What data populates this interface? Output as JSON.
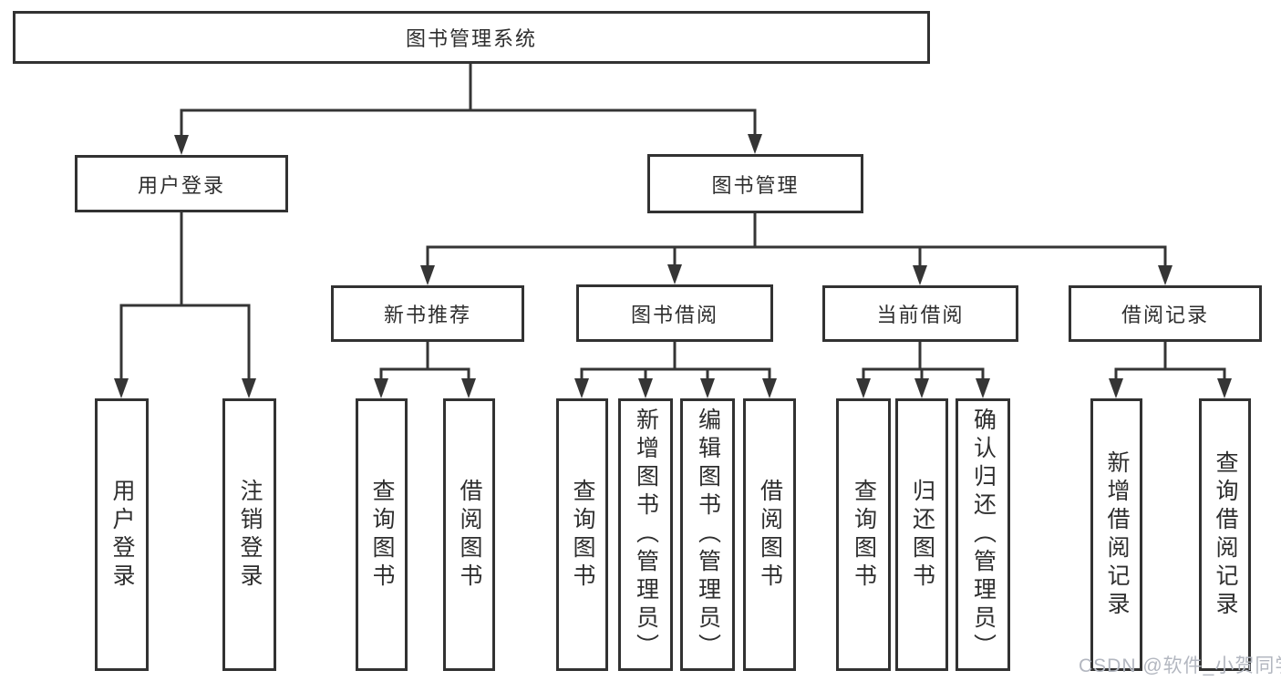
{
  "diagram_title": "图书管理系统",
  "nodes": {
    "root": "图书管理系统",
    "user_login": "用户登录",
    "book_mgmt": "图书管理",
    "new_book_rec": "新书推荐",
    "book_borrow": "图书借阅",
    "current_borrow": "当前借阅",
    "borrow_records": "借阅记录",
    "leaf_user_login": "用户登录",
    "leaf_logout": "注销登录",
    "leaf_query_book_rec": "查询图书",
    "leaf_borrow_book_rec": "借阅图书",
    "leaf_query_book_borrow": "查询图书",
    "leaf_add_book_admin": "新增图书（管理员）",
    "leaf_edit_book_admin": "编辑图书（管理员）",
    "leaf_borrow_book_borrow": "借阅图书",
    "leaf_query_book_current": "查询图书",
    "leaf_return_book": "归还图书",
    "leaf_confirm_return_admin": "确认归还（管理员）",
    "leaf_add_borrow_record": "新增借阅记录",
    "leaf_query_borrow_record": "查询借阅记录"
  },
  "watermark": "CSDN @软件_小贺同学",
  "colors": {
    "line": "#353535",
    "box_border": "#323232",
    "text": "#2e2e2e",
    "watermark": "#b3b7c0",
    "background": "#ffffff"
  }
}
